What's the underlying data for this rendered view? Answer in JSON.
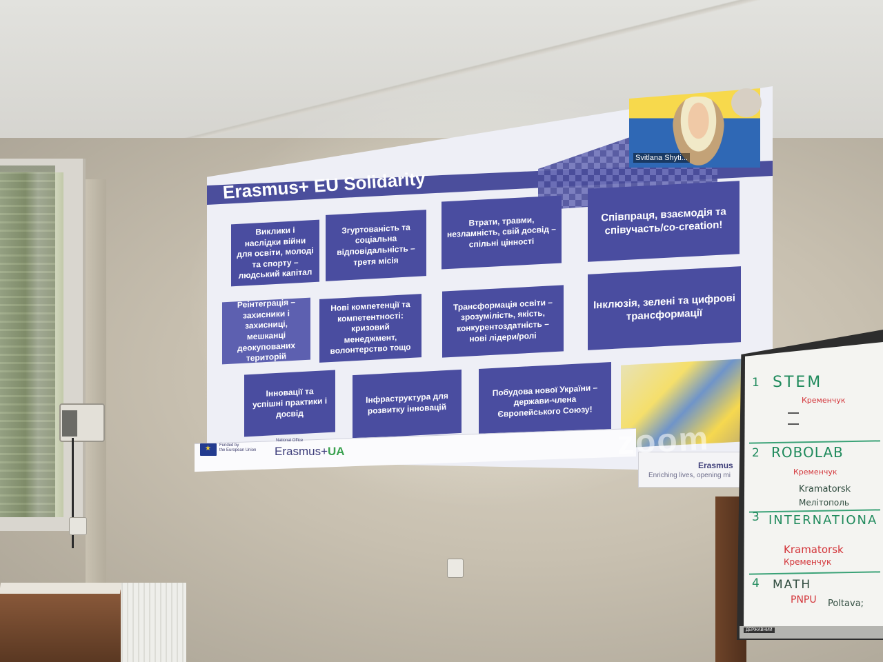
{
  "slide": {
    "title": "Erasmus+ EU Solidarity",
    "tiles": [
      "Виклики і наслідки війни для освіти, молоді та спорту – людський капітал",
      "Згуртованість та соціальна відповідальність – третя місія",
      "Втрати, травми, незламність, свій досвід – спільні цінності",
      "Співпраця, взаємодія та співучасть/co-creation!",
      "Реінтеграція – захисники і захисниці, мешканці деокупованих територій",
      "Нові компетенції та компетентності: кризовий менеджмент, волонтерство тощо",
      "Трансформація освіти – зрозумілість, якість, конкурентоздатність – нові лідери/ролі",
      "Інклюзія, зелені та цифрові трансформації",
      "Інновації та успішні практики і досвід",
      "Інфраструктура для розвитку інновацій",
      "Побудова нової України – держави-члена Європейського Союзу!"
    ],
    "footer": {
      "funded_line1": "Funded by",
      "funded_line2": "the European Union",
      "national_office": "National Office",
      "erasmus_prefix": "Erasmus+",
      "erasmus_suffix": "UA",
      "brand_name": "Erasmus",
      "brand_tagline": "Enriching lives, opening mi"
    },
    "watermark": "zoom",
    "video": {
      "participant_name": "Svitlana Shyti..."
    }
  },
  "flipchart": {
    "sections": [
      {
        "number": "1",
        "heading": "STEM",
        "notes": [
          "Кременчук"
        ]
      },
      {
        "number": "2",
        "heading": "ROBOLAB",
        "notes": [
          "Кременчук",
          "Kramatorsk",
          "Мелітополь"
        ]
      },
      {
        "number": "3",
        "heading": "INTERNATIONA",
        "notes": [
          "Kramatorsk",
          "Кременчук"
        ]
      },
      {
        "number": "4",
        "heading": "MATH",
        "notes": [
          "PNPU",
          "Poltava;"
        ]
      }
    ],
    "brand": "ДЕРЖАВНИЙ"
  }
}
